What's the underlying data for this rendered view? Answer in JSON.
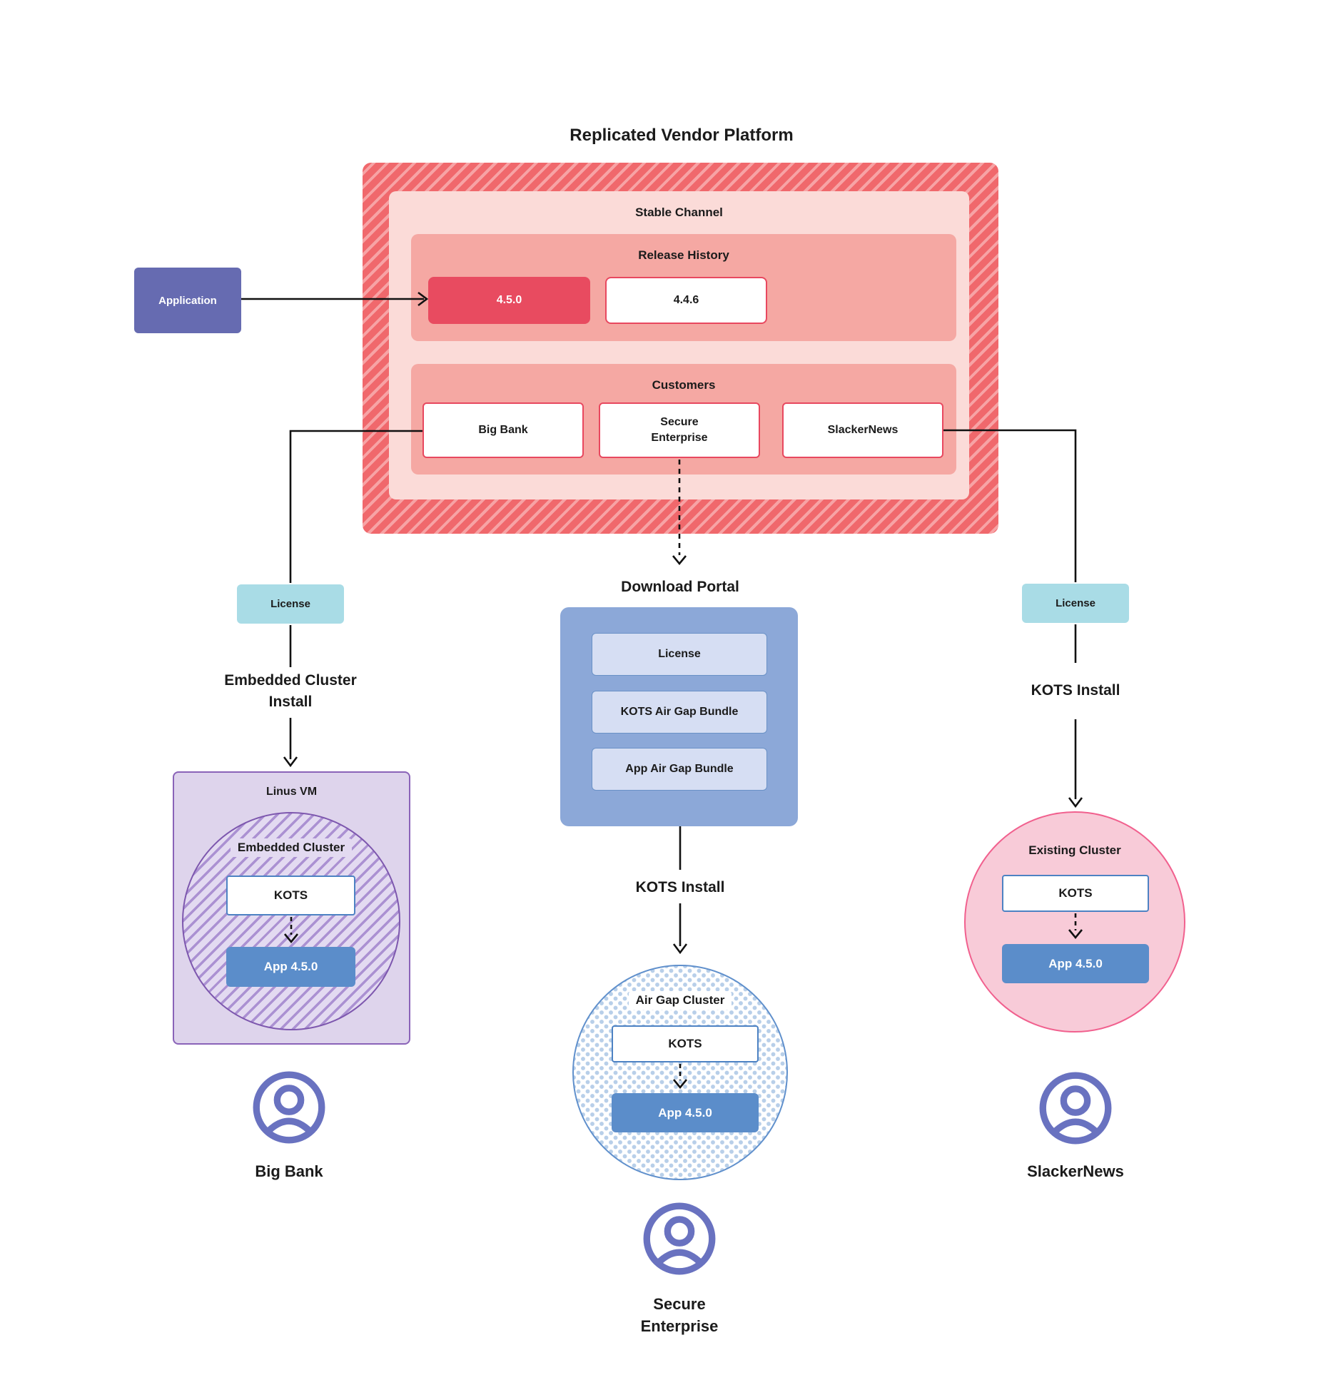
{
  "title": "Replicated Vendor Platform",
  "platform": {
    "stable_channel": {
      "label": "Stable Channel",
      "release_history": {
        "label": "Release History",
        "releases": [
          {
            "version": "4.5.0",
            "state": "active"
          },
          {
            "version": "4.4.6",
            "state": "previous"
          }
        ]
      },
      "customers": {
        "label": "Customers",
        "items": [
          {
            "label": "Big Bank"
          },
          {
            "label": "Secure\nEnterprise"
          },
          {
            "label": "SlackerNews"
          }
        ]
      }
    }
  },
  "application": {
    "label": "Application"
  },
  "left_flow": {
    "license_label": "License",
    "install_label": "Embedded Cluster\nInstall",
    "vm": {
      "label": "Linus VM",
      "cluster_label": "Embedded Cluster",
      "kots_label": "KOTS",
      "app_label": "App 4.5.0"
    },
    "user_label": "Big Bank"
  },
  "middle_flow": {
    "portal_label": "Download Portal",
    "portal_items": [
      "License",
      "KOTS Air Gap Bundle",
      "App Air Gap Bundle"
    ],
    "install_label": "KOTS Install",
    "cluster": {
      "label": "Air Gap Cluster",
      "kots_label": "KOTS",
      "app_label": "App 4.5.0"
    },
    "user_label": "Secure\nEnterprise"
  },
  "right_flow": {
    "license_label": "License",
    "install_label": "KOTS Install",
    "cluster": {
      "label": "Existing Cluster",
      "kots_label": "KOTS",
      "app_label": "App 4.5.0"
    },
    "user_label": "SlackerNews"
  },
  "colors": {
    "platform_red": "#f0686c",
    "platform_stripe": "#f7a3a5",
    "stable_bg": "#fbdbd8",
    "section_bg": "#f5a8a3",
    "release_active": "#e84b60",
    "red_border": "#e8485f",
    "application_purple": "#666bb1",
    "license_teal": "#a9dce6",
    "portal_blue": "#8ca8d8",
    "portal_item_bg": "#d6def3",
    "vm_purple_bg": "#ded4ec",
    "vm_purple_border": "#8a63b8",
    "kots_border": "#4d82c3",
    "app_blue": "#5b8dca",
    "airgap_dot": "#b8cfe9",
    "existing_pink_bg": "#f8cbd8",
    "existing_pink_border": "#f1608e",
    "person_purple": "#6972c0",
    "line_black": "#111111"
  }
}
